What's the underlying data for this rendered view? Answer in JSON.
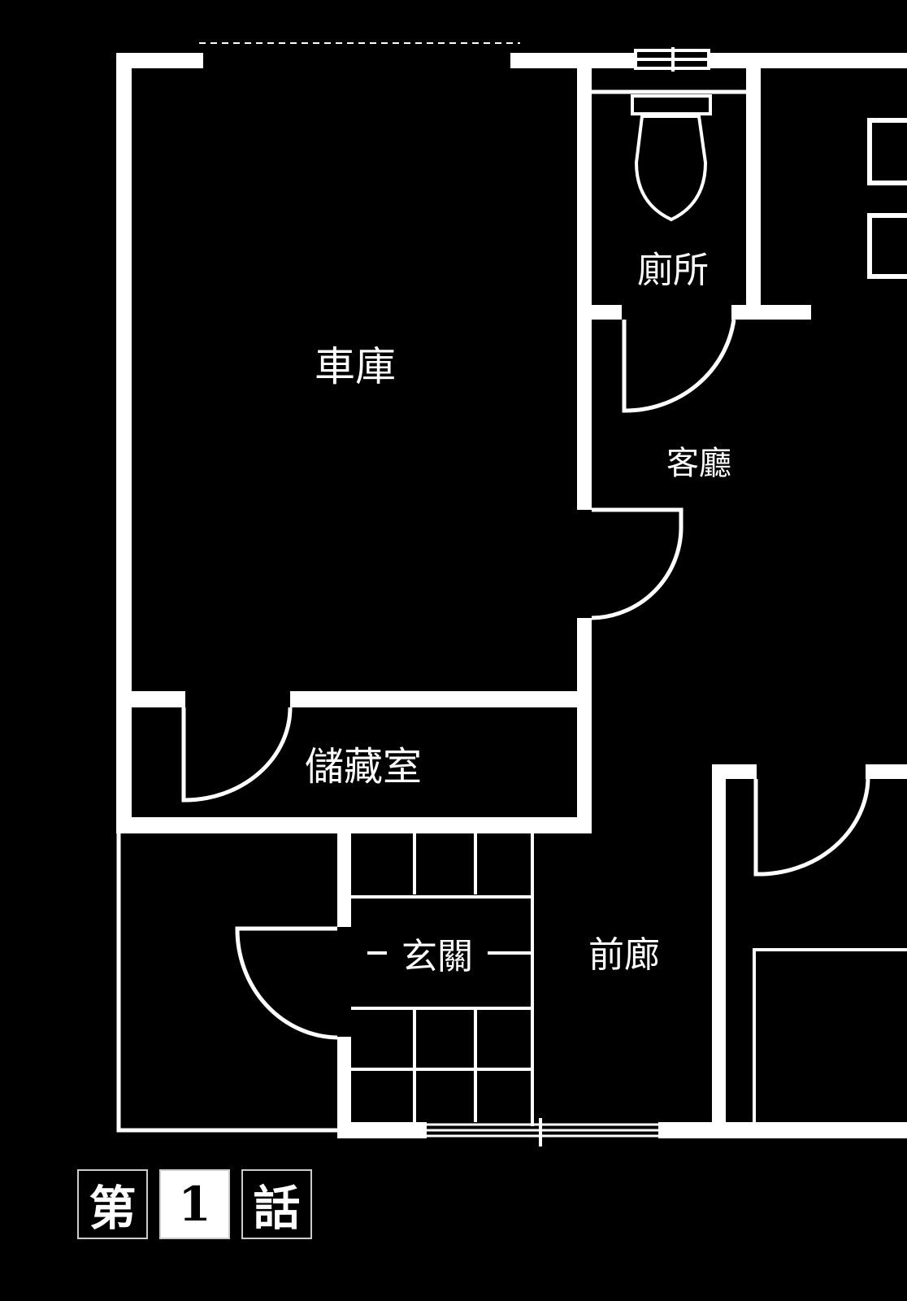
{
  "rooms": {
    "garage": "車庫",
    "toilet": "廁所",
    "living_room": "客廳",
    "storage": "儲藏室",
    "entrance": "玄關",
    "porch": "前廊"
  },
  "chapter": {
    "prefix": "第",
    "number": "1",
    "suffix": "話"
  },
  "colors": {
    "background": "#000000",
    "lines": "#ffffff"
  }
}
